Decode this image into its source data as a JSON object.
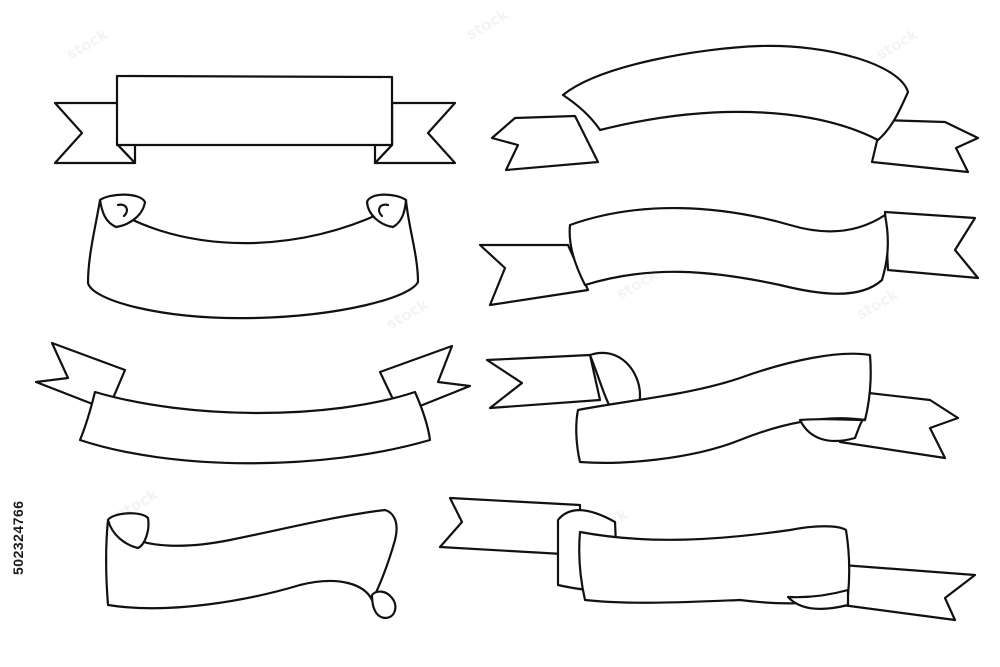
{
  "stock_id": "502324766",
  "watermark": "stock",
  "colors": {
    "line": "#111111",
    "background": "#ffffff",
    "watermark": "#f4f4f4"
  },
  "ribbon_count": 8
}
